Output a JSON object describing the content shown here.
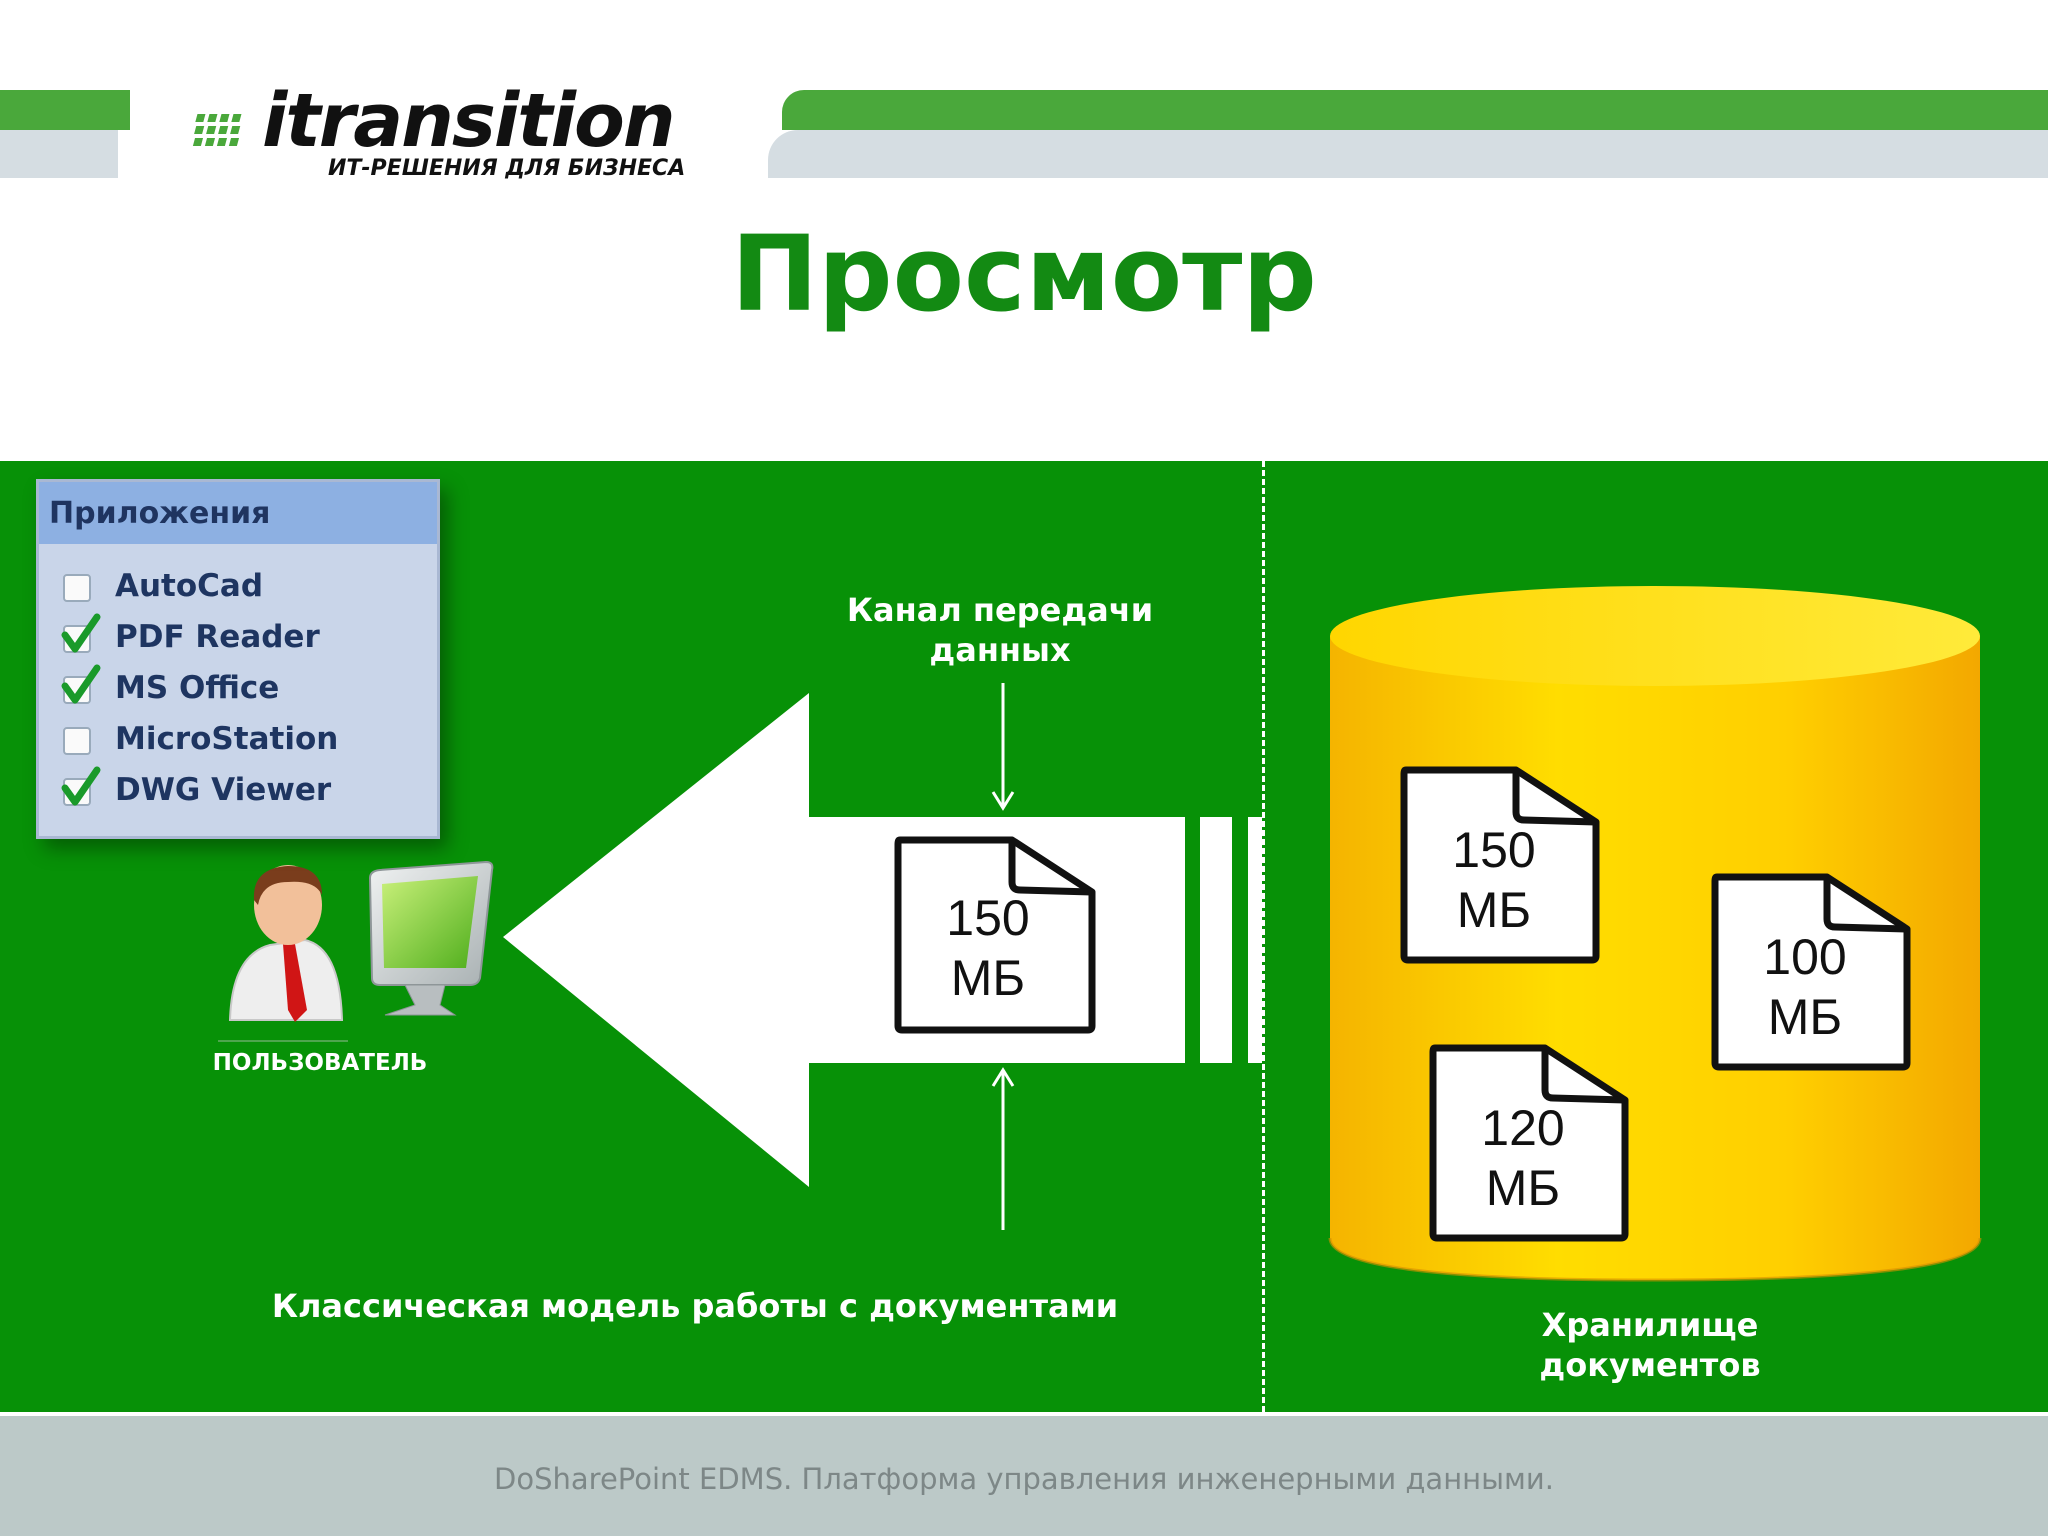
{
  "header": {
    "logo_word": "itransition",
    "logo_tagline": "ИТ-РЕШЕНИЯ ДЛЯ БИЗНЕСА",
    "title": "Просмотр"
  },
  "apps_panel": {
    "title": "Приложения",
    "items": [
      {
        "label": "AutoCad",
        "checked": false
      },
      {
        "label": "PDF Reader",
        "checked": true
      },
      {
        "label": "MS Office",
        "checked": true
      },
      {
        "label": "MicroStation",
        "checked": false
      },
      {
        "label": "DWG Viewer",
        "checked": true
      }
    ]
  },
  "user": {
    "label": "ПОЛЬЗОВАТЕЛЬ"
  },
  "channel": {
    "label": "Канал передачи\nданных",
    "document": {
      "size": "150",
      "unit": "МБ"
    }
  },
  "classic_model_label": "Классическая модель работы с документами",
  "storage": {
    "label": "Хранилище\nдокументов",
    "documents": [
      {
        "size": "150",
        "unit": "МБ"
      },
      {
        "size": "100",
        "unit": "МБ"
      },
      {
        "size": "120",
        "unit": "МБ"
      }
    ]
  },
  "footer": {
    "text": "DoSharePoint EDMS. Платформа управления инженерными данными."
  },
  "colors": {
    "main_green": "#079107",
    "title_green": "#138a13",
    "header_green": "#4aa83b",
    "header_gray": "#d5dde2",
    "footer_gray": "#bcc9c8",
    "storage_yellow": "#ffd000",
    "apps_bg": "#c9d5e9",
    "apps_header": "#8db0e2"
  },
  "icons": {
    "user": "user-person-icon",
    "monitor": "computer-monitor-icon",
    "check": "checkmark-icon",
    "document": "document-icon",
    "database": "database-cylinder-icon"
  }
}
